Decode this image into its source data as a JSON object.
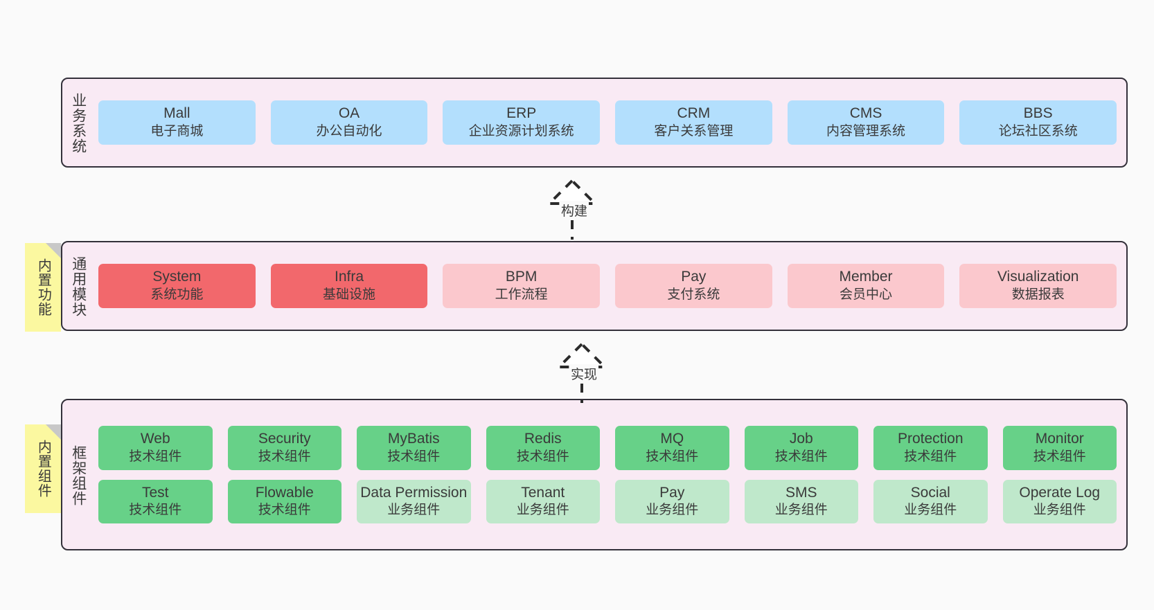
{
  "layers": [
    {
      "id": "business",
      "side_label": "业务系统",
      "sticky": null,
      "rows": [
        [
          {
            "name": "Mall",
            "sub": "电子商城",
            "color": "blue"
          },
          {
            "name": "OA",
            "sub": "办公自动化",
            "color": "blue"
          },
          {
            "name": "ERP",
            "sub": "企业资源计划系统",
            "color": "blue"
          },
          {
            "name": "CRM",
            "sub": "客户关系管理",
            "color": "blue"
          },
          {
            "name": "CMS",
            "sub": "内容管理系统",
            "color": "blue"
          },
          {
            "name": "BBS",
            "sub": "论坛社区系统",
            "color": "blue"
          }
        ]
      ]
    },
    {
      "id": "common-modules",
      "side_label": "通用模块",
      "sticky": "内置功能",
      "rows": [
        [
          {
            "name": "System",
            "sub": "系统功能",
            "color": "red"
          },
          {
            "name": "Infra",
            "sub": "基础设施",
            "color": "red"
          },
          {
            "name": "BPM",
            "sub": "工作流程",
            "color": "pink"
          },
          {
            "name": "Pay",
            "sub": "支付系统",
            "color": "pink"
          },
          {
            "name": "Member",
            "sub": "会员中心",
            "color": "pink"
          },
          {
            "name": "Visualization",
            "sub": "数据报表",
            "color": "pink"
          }
        ]
      ]
    },
    {
      "id": "framework-components",
      "side_label": "框架组件",
      "sticky": "内置组件",
      "rows": [
        [
          {
            "name": "Web",
            "sub": "技术组件",
            "color": "green"
          },
          {
            "name": "Security",
            "sub": "技术组件",
            "color": "green"
          },
          {
            "name": "MyBatis",
            "sub": "技术组件",
            "color": "green"
          },
          {
            "name": "Redis",
            "sub": "技术组件",
            "color": "green"
          },
          {
            "name": "MQ",
            "sub": "技术组件",
            "color": "green"
          },
          {
            "name": "Job",
            "sub": "技术组件",
            "color": "green"
          },
          {
            "name": "Protection",
            "sub": "技术组件",
            "color": "green"
          },
          {
            "name": "Monitor",
            "sub": "技术组件",
            "color": "green"
          }
        ],
        [
          {
            "name": "Test",
            "sub": "技术组件",
            "color": "green"
          },
          {
            "name": "Flowable",
            "sub": "技术组件",
            "color": "green"
          },
          {
            "name": "Data Permission",
            "sub": "业务组件",
            "color": "lgreen"
          },
          {
            "name": "Tenant",
            "sub": "业务组件",
            "color": "lgreen"
          },
          {
            "name": "Pay",
            "sub": "业务组件",
            "color": "lgreen"
          },
          {
            "name": "SMS",
            "sub": "业务组件",
            "color": "lgreen"
          },
          {
            "name": "Social",
            "sub": "业务组件",
            "color": "lgreen"
          },
          {
            "name": "Operate Log",
            "sub": "业务组件",
            "color": "lgreen"
          }
        ]
      ]
    }
  ],
  "connectors": [
    {
      "id": "build",
      "label": "构建"
    },
    {
      "id": "implement",
      "label": "实现"
    }
  ],
  "palette": {
    "panel_bg": "#f9eaf4",
    "panel_border": "#33303a",
    "blue": "#b3dffd",
    "red": "#f2686c",
    "pink": "#fbc8cd",
    "green": "#67d188",
    "light_green": "#bfe8cb",
    "sticky_yellow": "#fbf8a0",
    "sticky_fold": "#c8c8c8",
    "page_bg": "#fafafa",
    "text": "#3a3a3a"
  }
}
